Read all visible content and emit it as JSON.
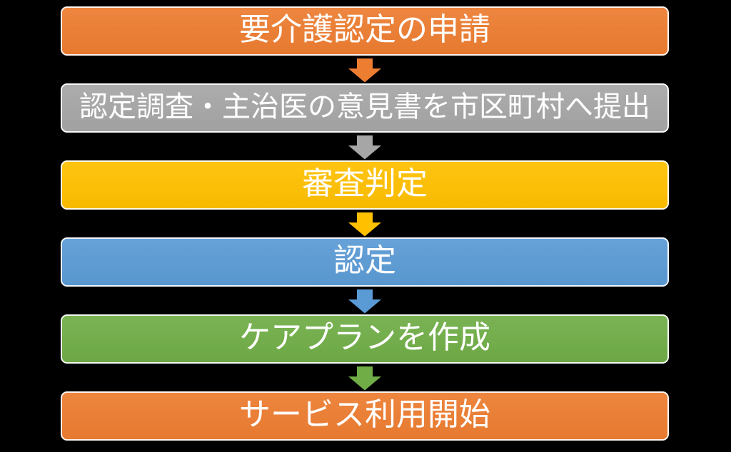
{
  "canvas": {
    "background_color": "#000000",
    "text_color": "#FFFFFF",
    "outline_color": "#FFFFFF"
  },
  "flowchart": {
    "type": "vertical-process-flow",
    "steps": [
      {
        "label": "要介護認定の申請",
        "fill_color": "#ED7D31",
        "arrow_color": "#ED7D31",
        "has_arrow_below": true
      },
      {
        "label": "認定調査・主治医の意見書を市区町村へ提出",
        "fill_color": "#A6A6A6",
        "arrow_color": "#A6A6A6",
        "has_arrow_below": true
      },
      {
        "label": "審査判定",
        "fill_color": "#FFC000",
        "arrow_color": "#FFC000",
        "has_arrow_below": true
      },
      {
        "label": "認定",
        "fill_color": "#5B9BD5",
        "arrow_color": "#5B9BD5",
        "has_arrow_below": true
      },
      {
        "label": "ケアプランを作成",
        "fill_color": "#70AD47",
        "arrow_color": "#70AD47",
        "has_arrow_below": true
      },
      {
        "label": "サービス利用開始",
        "fill_color": "#ED7D31",
        "arrow_color": "",
        "has_arrow_below": false
      }
    ]
  }
}
